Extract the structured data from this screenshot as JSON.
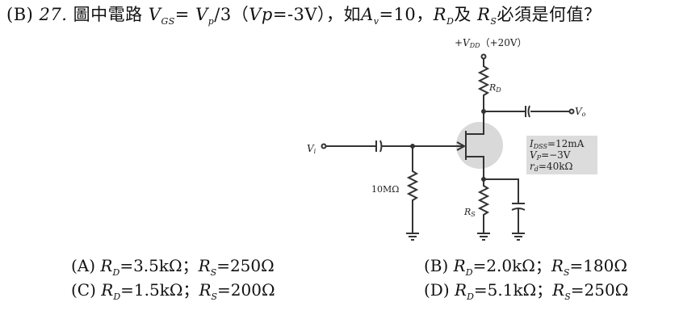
{
  "question": {
    "answer": "(B)",
    "number": "27.",
    "text1": "圖中電路",
    "vgs": "V",
    "vgs_sub": "GS",
    "eq1": "= ",
    "vp": "V",
    "vp_sub": "p",
    "text2": "/3（",
    "vp2": "Vp",
    "text3": "=-3V），如",
    "av": "A",
    "av_sub": "v",
    "text4": "=10，",
    "rd": "R",
    "rd_sub": "D",
    "text5": "及",
    "rs": "R",
    "rs_sub": "S",
    "text6": "必須是何值？"
  },
  "circuit": {
    "vdd_label": "+V",
    "vdd_sub": "DD",
    "vdd_value": "（+20V）",
    "rd_label": "R",
    "rd_sub": "D",
    "rs_label": "R",
    "rs_sub": "S",
    "vo_label": "V",
    "vo_sub": "o",
    "vi_label": "V",
    "vi_sub": "i",
    "rg_label": "10MΩ",
    "params": {
      "idss": "I",
      "idss_sub": "DSS",
      "idss_val": "=12mA",
      "vp": "V",
      "vp_sub": "P",
      "vp_val": "=−3V",
      "rd": "r",
      "rd_sub": "d",
      "rd_val": "=40kΩ"
    }
  },
  "options": [
    {
      "letter": "(A)",
      "rd": "R",
      "rd_sub": "D",
      "rd_val": "=3.5kΩ；",
      "rs": "R",
      "rs_sub": "S",
      "rs_val": "=250Ω"
    },
    {
      "letter": "(B)",
      "rd": "R",
      "rd_sub": "D",
      "rd_val": "=2.0kΩ；",
      "rs": "R",
      "rs_sub": "S",
      "rs_val": "=180Ω"
    },
    {
      "letter": "(C)",
      "rd": "R",
      "rd_sub": "D",
      "rd_val": "=1.5kΩ；",
      "rs": "R",
      "rs_sub": "S",
      "rs_val": "=200Ω"
    },
    {
      "letter": "(D)",
      "rd": "R",
      "rd_sub": "D",
      "rd_val": "=5.1kΩ；",
      "rs": "R",
      "rs_sub": "S",
      "rs_val": "=250Ω"
    }
  ]
}
